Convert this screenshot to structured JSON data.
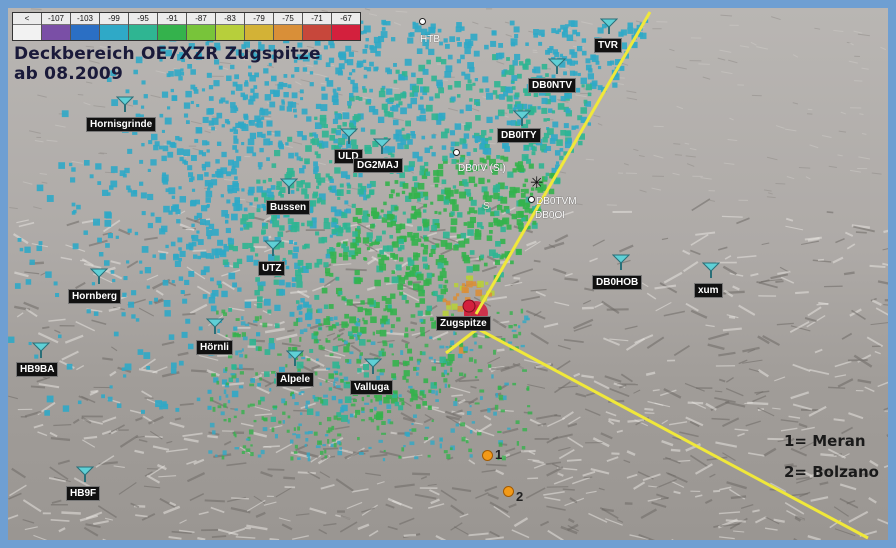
{
  "map": {
    "title_line1": "Deckbereich OE7XZR Zugspitze",
    "title_line2": "ab 08.2009",
    "legend": [
      {
        "label": "<",
        "color": "#f2f2f2"
      },
      {
        "label": "-107",
        "color": "#7a4fa6"
      },
      {
        "label": "-103",
        "color": "#2b6fc4"
      },
      {
        "label": "-99",
        "color": "#2fa9c7"
      },
      {
        "label": "-95",
        "color": "#2fb592"
      },
      {
        "label": "-91",
        "color": "#34b24c"
      },
      {
        "label": "-87",
        "color": "#78c43a"
      },
      {
        "label": "-83",
        "color": "#b7cf3b"
      },
      {
        "label": "-79",
        "color": "#d3b236"
      },
      {
        "label": "-75",
        "color": "#d98f38"
      },
      {
        "label": "-71",
        "color": "#c7473b"
      },
      {
        "label": "-67",
        "color": "#d3203d"
      }
    ],
    "stations": {
      "tvr": "TVR",
      "db0ntv": "DB0NTV",
      "hornisgrinde": "Hornisgrinde",
      "db0ity": "DB0ITY",
      "uld": "ULD",
      "dg2maj": "DG2MAJ",
      "bussen": "Bussen",
      "utz": "UTZ",
      "hornberg": "Hornberg",
      "db0hob": "DB0HOB",
      "xum": "xum",
      "zugspitze": "Zugspitze",
      "hoernli": "Hörnli",
      "hb9ba": "HB9BA",
      "alpele": "Alpele",
      "valluga": "Valluga",
      "hb9f": "HB9F"
    },
    "plain_labels": {
      "htb": "HTB",
      "db0iv": "DB0IV (SI)",
      "db0tvm": "DB0TVM",
      "db0oi": "DB0OI",
      "s": "S"
    },
    "markers": {
      "m1": "1",
      "m2": "2"
    },
    "notes": {
      "meran": "1= Meran",
      "bolzano": "2= Bolzano"
    },
    "colors": {
      "direction_line": "#f0e83a",
      "station_tag_bg": "#111111",
      "marker": "#f29a18"
    }
  }
}
